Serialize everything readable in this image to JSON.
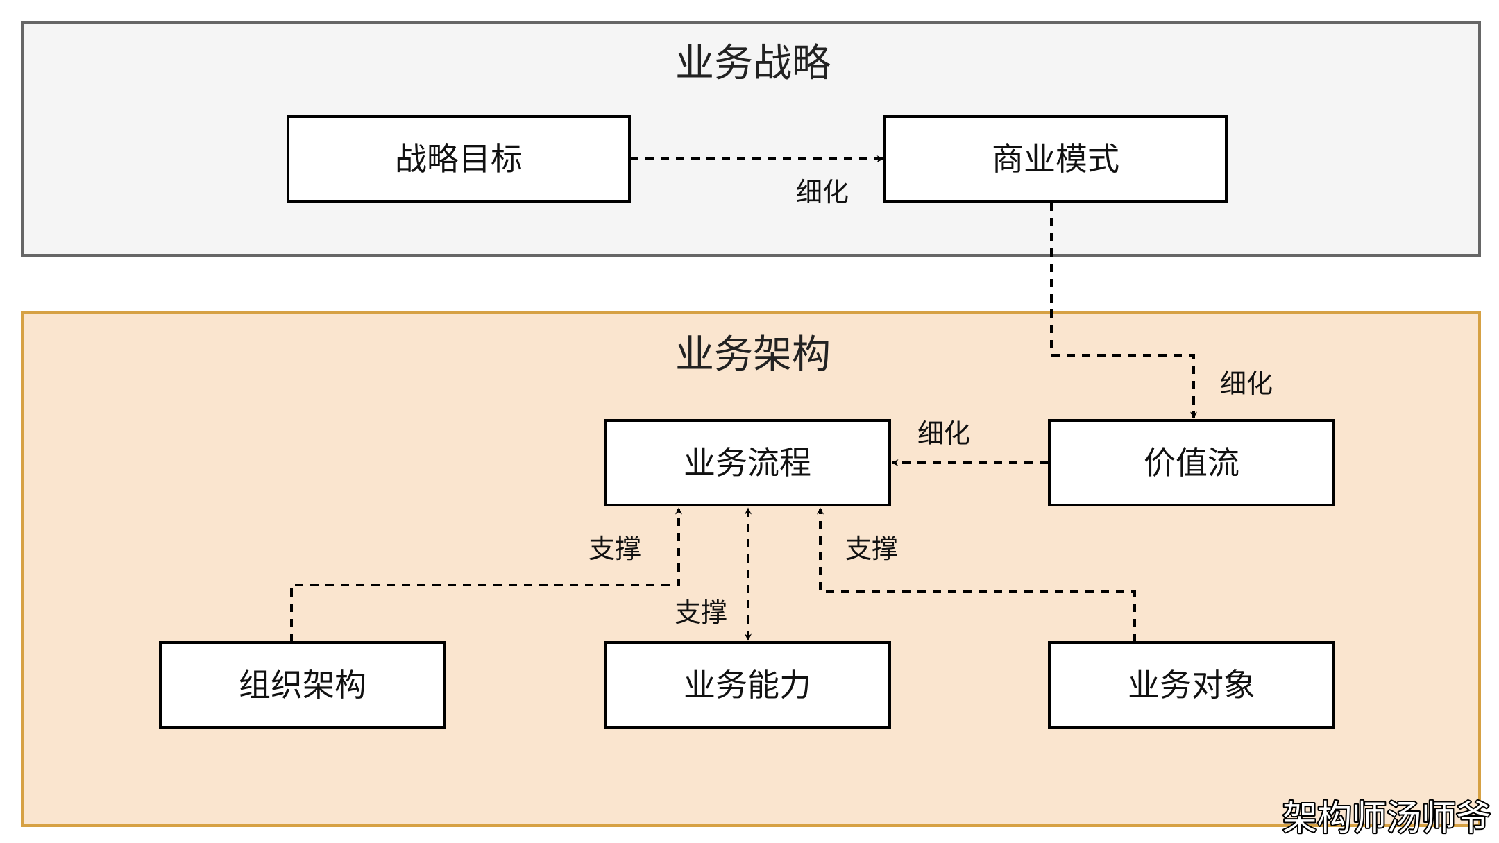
{
  "containers": {
    "strategy": {
      "title": "业务战略"
    },
    "architecture": {
      "title": "业务架构"
    }
  },
  "nodes": {
    "strategic_goal": "战略目标",
    "business_model": "商业模式",
    "value_stream": "价值流",
    "business_process": "业务流程",
    "organization": "组织架构",
    "business_capability": "业务能力",
    "business_object": "业务对象"
  },
  "edges": {
    "goal_to_model": "细化",
    "model_to_value_stream": "细化",
    "value_stream_to_process": "细化",
    "organization_to_process": "支撑",
    "capability_to_process": "支撑",
    "object_to_process": "支撑"
  },
  "watermark": "架构师汤师爷",
  "colors": {
    "strategy_fill": "#f5f5f5",
    "strategy_border": "#666666",
    "architecture_fill": "#fae5cf",
    "architecture_border": "#d6a144",
    "node_fill": "#ffffff",
    "line": "#000000"
  }
}
